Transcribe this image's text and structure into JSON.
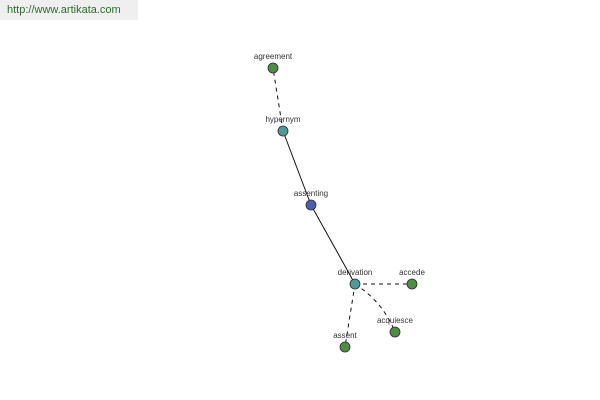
{
  "header": {
    "url_text": "http://www.artikata.com"
  },
  "colors": {
    "root": "#4a5fa8",
    "relation": "#4f9a97",
    "word": "#4e8d44"
  },
  "graph": {
    "nodes": [
      {
        "id": "agreement",
        "label": "agreement",
        "kind": "word"
      },
      {
        "id": "hypernym",
        "label": "hypernym",
        "kind": "relation"
      },
      {
        "id": "assenting",
        "label": "assenting",
        "kind": "root"
      },
      {
        "id": "derivation",
        "label": "derivation",
        "kind": "relation"
      },
      {
        "id": "accede",
        "label": "accede",
        "kind": "word"
      },
      {
        "id": "acquiesce",
        "label": "acquiesce",
        "kind": "word"
      },
      {
        "id": "assent",
        "label": "assent",
        "kind": "word"
      }
    ],
    "edges": [
      {
        "from": "assenting",
        "to": "hypernym",
        "style": "solid"
      },
      {
        "from": "assenting",
        "to": "derivation",
        "style": "solid"
      },
      {
        "from": "hypernym",
        "to": "agreement",
        "style": "dashed"
      },
      {
        "from": "derivation",
        "to": "accede",
        "style": "dashed"
      },
      {
        "from": "derivation",
        "to": "acquiesce",
        "style": "dashed"
      },
      {
        "from": "derivation",
        "to": "assent",
        "style": "dashed"
      }
    ]
  }
}
